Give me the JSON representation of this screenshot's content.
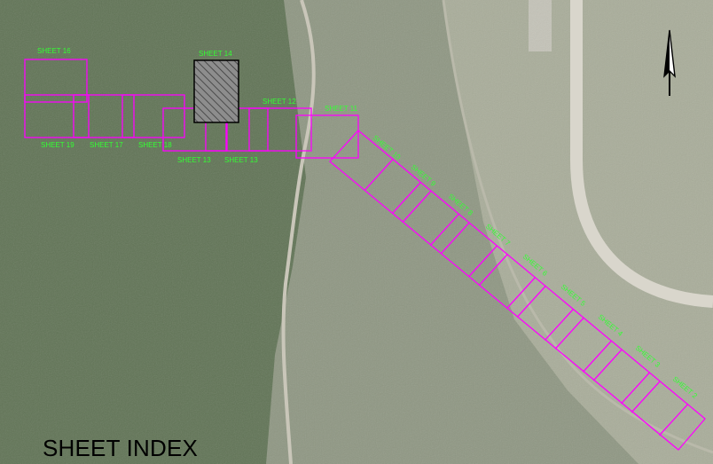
{
  "title": "SHEET INDEX",
  "colors": {
    "sheet_outline": "#ff00ff",
    "sheet_label": "#33ff33",
    "highlight_fill": "#9a9a9a",
    "forest": "#5f7254",
    "field": "#a7ab98",
    "road": "#d9d6cc"
  },
  "north_arrow": {
    "icon": "north-arrow-icon"
  },
  "sheets": [
    {
      "id": "sheet-2",
      "label": "SHEET 2"
    },
    {
      "id": "sheet-3",
      "label": "SHEET 3"
    },
    {
      "id": "sheet-4",
      "label": "SHEET 4"
    },
    {
      "id": "sheet-5",
      "label": "SHEET 5"
    },
    {
      "id": "sheet-6",
      "label": "SHEET 6"
    },
    {
      "id": "sheet-7",
      "label": "SHEET 7"
    },
    {
      "id": "sheet-8",
      "label": "SHEET 8"
    },
    {
      "id": "sheet-9",
      "label": "SHEET 9"
    },
    {
      "id": "sheet-10",
      "label": "SHEET 10"
    },
    {
      "id": "sheet-11",
      "label": "SHEET 11"
    },
    {
      "id": "sheet-12",
      "label": "SHEET 12"
    },
    {
      "id": "sheet-13a",
      "label": "SHEET 13"
    },
    {
      "id": "sheet-13b",
      "label": "SHEET 13"
    },
    {
      "id": "sheet-14",
      "label": "SHEET 14",
      "highlighted": true
    },
    {
      "id": "sheet-16",
      "label": "SHEET 16"
    },
    {
      "id": "sheet-17",
      "label": "SHEET 17"
    },
    {
      "id": "sheet-18",
      "label": "SHEET 18"
    },
    {
      "id": "sheet-19",
      "label": "SHEET 19"
    }
  ]
}
